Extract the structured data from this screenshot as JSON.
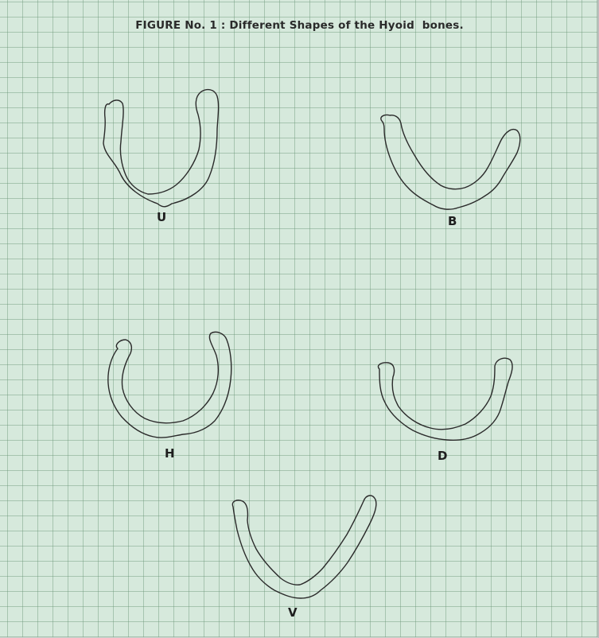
{
  "figure": {
    "title": "FIGURE No. 1 : Different Shapes of the Hyoid  bones."
  },
  "shapes": [
    {
      "id": "u",
      "label": "U"
    },
    {
      "id": "b",
      "label": "B"
    },
    {
      "id": "h",
      "label": "H"
    },
    {
      "id": "d",
      "label": "D"
    },
    {
      "id": "v",
      "label": "V"
    }
  ],
  "colors": {
    "paper": "#d6e9dc",
    "grid_line": "#6c9678",
    "ink": "#2a2a2a"
  }
}
